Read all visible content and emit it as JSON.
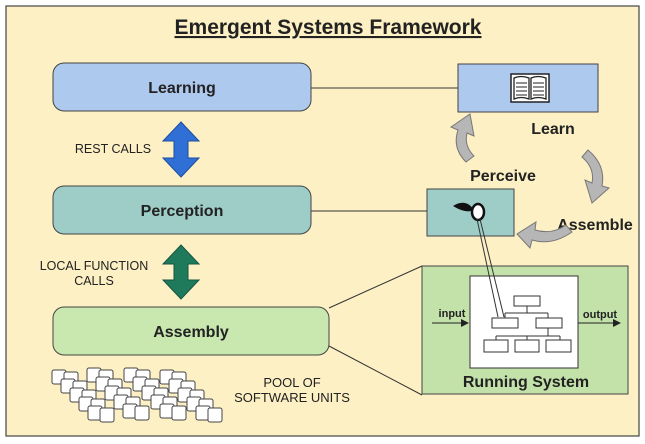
{
  "title": "Emergent Systems Framework",
  "layers": {
    "learning": "Learning",
    "perception": "Perception",
    "assembly": "Assembly"
  },
  "connectors": {
    "rest_calls": "REST CALLS",
    "local_calls_line1": "LOCAL FUNCTION",
    "local_calls_line2": "CALLS"
  },
  "cycle": {
    "learn": "Learn",
    "perceive": "Perceive",
    "assemble": "Assemble"
  },
  "running_system": {
    "title": "Running System",
    "input": "input",
    "output": "output"
  },
  "pool": {
    "line1": "POOL OF",
    "line2": "SOFTWARE UNITS"
  },
  "colors": {
    "background": "#fdf0c4",
    "learning": "#aec9ee",
    "perception": "#9ecdc8",
    "assembly": "#c8e8b0",
    "running_system": "#c3e2aa",
    "blue_arrow": "#2f6fd6",
    "green_arrow": "#1f7a5c",
    "cycle_arrow": "#b6b6b6"
  },
  "icons": [
    "book-icon",
    "magnifier-icon"
  ]
}
